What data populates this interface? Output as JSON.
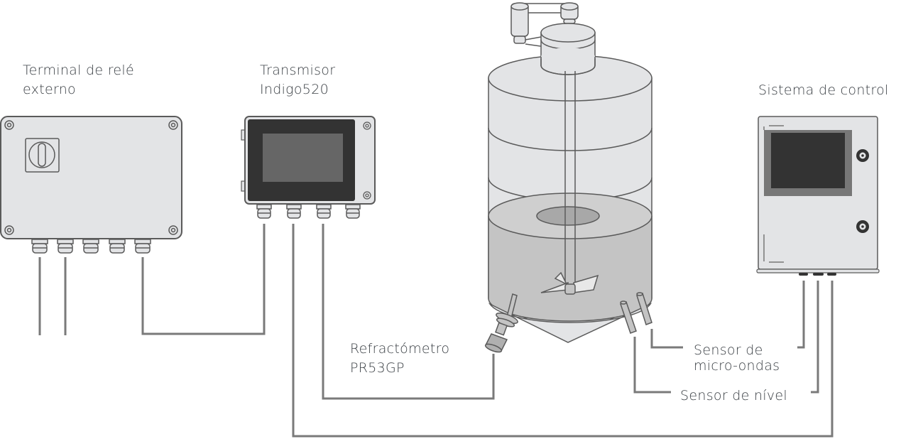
{
  "diagram": {
    "title": "Refractometer installation diagram",
    "components": {
      "relay_terminal": {
        "label_lines": [
          "Terminal de relé",
          "externo"
        ]
      },
      "transmitter": {
        "label_lines": [
          "Transmisor",
          "Indigo520"
        ]
      },
      "control_system": {
        "label_lines": [
          "Sistema de control"
        ]
      },
      "refractometer": {
        "label_lines": [
          "Refractómetro",
          "PR53GP"
        ]
      },
      "microwave_sensor": {
        "label_lines": [
          "Sensor de",
          "micro-ondas"
        ]
      },
      "level_sensor": {
        "label_lines": [
          "Sensor de nível"
        ]
      }
    },
    "connections": [
      {
        "from": "relay_terminal",
        "to": "transmitter"
      },
      {
        "from": "transmitter",
        "to": "refractometer"
      },
      {
        "from": "transmitter",
        "to": "control_system"
      },
      {
        "from": "microwave_sensor",
        "to": "control_system"
      },
      {
        "from": "level_sensor",
        "to": "control_system"
      }
    ],
    "colors": {
      "line": "#7a7a7a",
      "outline": "#5a5a5a",
      "housing": "#e3e4e6",
      "screen_dark": "#333333",
      "screen_mid": "#666666",
      "liquid": "#c4c4c4",
      "liquid_top": "#cfcfcf",
      "text": "#3a3f44"
    }
  }
}
